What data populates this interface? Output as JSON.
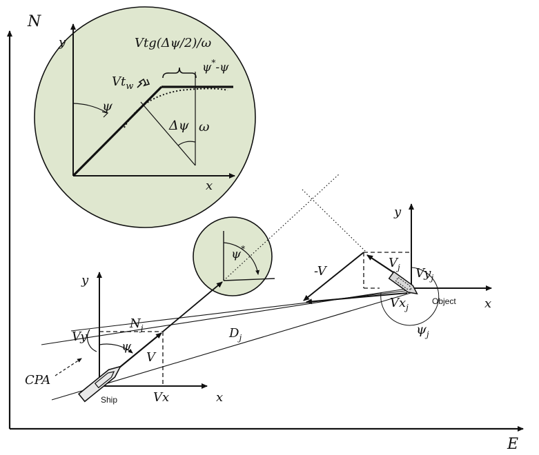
{
  "colors": {
    "circle_fill": "#dfe7cf",
    "ink": "#111111"
  },
  "labels": {
    "global_north": "N",
    "global_east": "E",
    "inset_y": "y",
    "inset_x": "x",
    "inset_formula": "Vtg(Δψ/2)/ω",
    "inset_vtw": "Vt",
    "inset_vtw_sub": "w",
    "inset_psi_diff_a": "ψ",
    "inset_psi_diff_star": "*",
    "inset_psi_diff_b": "-ψ",
    "inset_psi": "ψ",
    "inset_delta_psi": "Δψ",
    "inset_omega": "ω",
    "mid_psi_star": "ψ",
    "mid_psi_star_sup": "*",
    "ship_y": "y",
    "ship_x": "x",
    "ship_vy": "Vy",
    "ship_vx": "Vx",
    "ship_psi": "ψ",
    "ship_v": "V",
    "ship_name": "Ship",
    "cpa": "CPA",
    "nj": "N",
    "nj_sub": "j",
    "dj": "D",
    "dj_sub": "j",
    "obj_y": "y",
    "obj_x": "x",
    "obj_minus_v": "-V",
    "obj_vj": "V",
    "obj_vj_sub": "j",
    "obj_vyj": "Vy",
    "obj_vyj_sub": "j",
    "obj_vxj": "Vx",
    "obj_vxj_sub": "j",
    "obj_psij": "ψ",
    "obj_psij_sub": "j",
    "obj_name": "Object"
  }
}
